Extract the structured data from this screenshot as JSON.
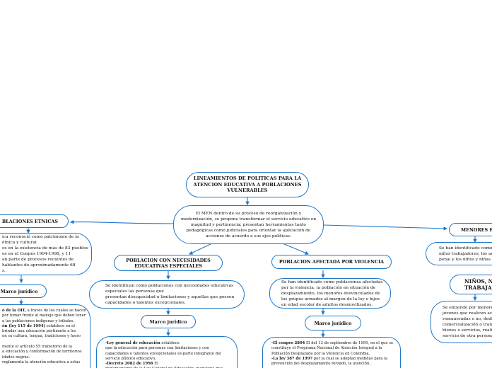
{
  "center": {
    "title": "LINEAMIENTOS DE POLITICAS PARA LA ATENCION EDUCATIVA A POBLACIONES VULNERABLES",
    "description": "El MEN dentro de su proceso de reorganización y modernización, se propone transformar el servicio educativo en magnitud y pertinencia; presentan herramientas tanto pedagógicas como judiciales para orientar la aplicación de acciones de acuerdo a sus ejes políticas."
  },
  "etnicas": {
    "title": "BLACIONES ETNICAS",
    "description": "ica reconoció como patrimonio de la\nétnica y cultural\nos en la existencia de más de 83 pueblos\nos en el Conpes 1994-1998, y 11\nan parte de procesos recientes de\nhablantes de aproximadamente 68\ns.",
    "marco": "Marco jurídico",
    "legal_parts": [
      {
        "bold": "o de la OIT,",
        "text": " a través de los cuales se hacen"
      },
      {
        "bold": "",
        "text": " por tomar frente al manejo que deben tener"
      },
      {
        "bold": "",
        "text": "a las poblaciones indígenas y tribales."
      },
      {
        "bold": "ón  (ley 115 de 1994)",
        "text": " establece en el"
      },
      {
        "bold": "",
        "text": "brindar una educación pertinente a los"
      },
      {
        "bold": "",
        "text": "on su cultura, lengua, tradiciones y fuero"
      },
      {
        "bold": "",
        "text": ""
      },
      {
        "bold": "",
        "text": "mente el artículo 55 transitorio de la"
      },
      {
        "bold": "",
        "text": "a educación y conformación de territorios"
      },
      {
        "bold": "",
        "text": "idades negras."
      },
      {
        "bold": "",
        "text": "reglamenta la atención educativa a estas"
      }
    ]
  },
  "especiales": {
    "title": "POBLACION CON NECESIDADES EDUCATIVAS ESPECIALES",
    "description": "Se identifican como poblaciones con necesidades educativas especiales las personas que\npresentan discapacidad o limitaciones y aquellas que poseen capacidades o talentos excepcionales.",
    "marco": "Marco jurídico",
    "legal_parts": [
      {
        "bold": "-Ley general de educación",
        "text": " establece"
      },
      {
        "bold": "",
        "text": " que la educación para personas con limitaciones y con"
      },
      {
        "bold": "",
        "text": "capacidades o talentos excepcionales es parte integrante del"
      },
      {
        "bold": "",
        "text": "servicio público educativo.  "
      },
      {
        "bold": "-Decreto 2082 de 1996",
        "text": " El"
      },
      {
        "bold": "",
        "text": "reglamentario de la Ley General de Educación, menciona que"
      }
    ]
  },
  "violencia": {
    "title": "POBLACION AFECTADA POR VIOLENCIA",
    "description": "Se han identificado como poblaciones afectadas por la violencia, la población en situación de desplazamiento, los menores desvinculados de los grupos armados al margen de la ley e hijos en edad escolar de adultos desmovilizados.",
    "marco": "Marco jurídico",
    "legal_parts": [
      {
        "bold": "-El conpes 2804",
        "text": " El del 13 de septiembre de 1995, en el que se constituye el Programa Nacional de Atención Integral a la Población Desplazada por la Violencia en Colombia."
      },
      {
        "bold": "-La ley 387 de 1997",
        "text": " por la cual se adoptan medidas para la prevención del desplazamiento forzado, la atención,"
      }
    ]
  },
  "menores": {
    "title": "MENORES E",
    "description": "Se han identificado como s\nniños trabajadores, los ado\npenal y los niños y niñas e"
  },
  "trabajadores": {
    "title": "NIÑOS, NI\nTRABAJAD",
    "description": "Se entiende por menores t\njóvenes que realicen activ\nremuneradas o no, dedica\ncomercialización o transf\nbienes o servicios, realiza\nservicio de otra persona n"
  }
}
